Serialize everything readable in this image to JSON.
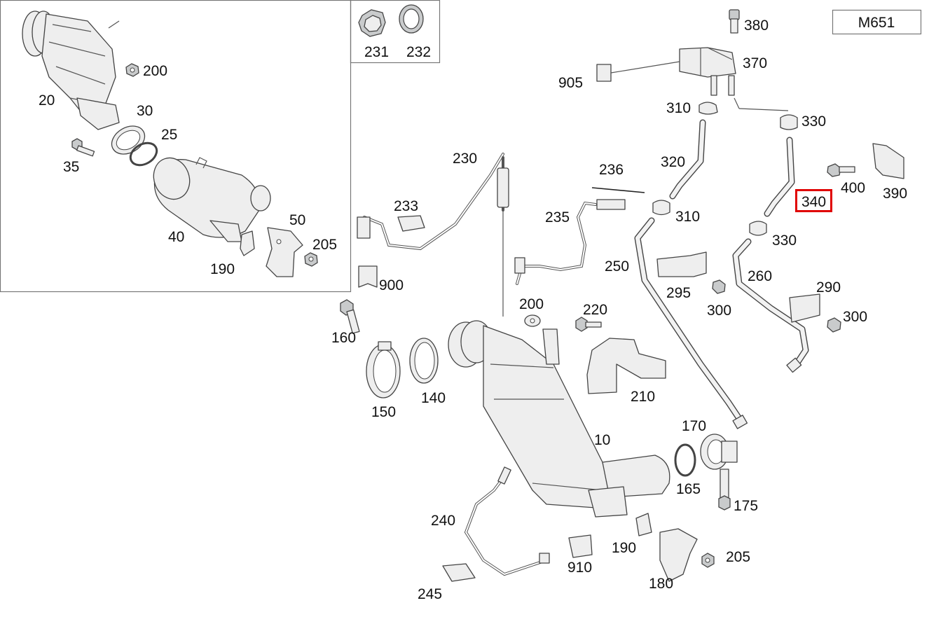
{
  "model_code": "M651",
  "highlighted_part": "340",
  "colors": {
    "highlight": "#e00000",
    "stroke": "#444444",
    "part_fill": "#eeeeee"
  },
  "callouts": {
    "c380": "380",
    "c370": "370",
    "c905": "905",
    "c310a": "310",
    "c330a": "330",
    "c320": "320",
    "c340": "340",
    "c400": "400",
    "c390": "390",
    "c236": "236",
    "c235": "235",
    "c310b": "310",
    "c330b": "330",
    "c250": "250",
    "c260": "260",
    "c295": "295",
    "c300a": "300",
    "c290": "290",
    "c300b": "300",
    "c230": "230",
    "c233": "233",
    "c900": "900",
    "c231": "231",
    "c232": "232",
    "c200a": "200",
    "c20": "20",
    "c30": "30",
    "c25": "25",
    "c35": "35",
    "c40": "40",
    "c50": "50",
    "c205a": "205",
    "c190a": "190",
    "c160": "160",
    "c150": "150",
    "c140": "140",
    "c200b": "200",
    "c220": "220",
    "c210": "210",
    "c10": "10",
    "c170": "170",
    "c165": "165",
    "c175": "175",
    "c240": "240",
    "c910": "910",
    "c190b": "190",
    "c205b": "205",
    "c180": "180",
    "c245": "245"
  }
}
